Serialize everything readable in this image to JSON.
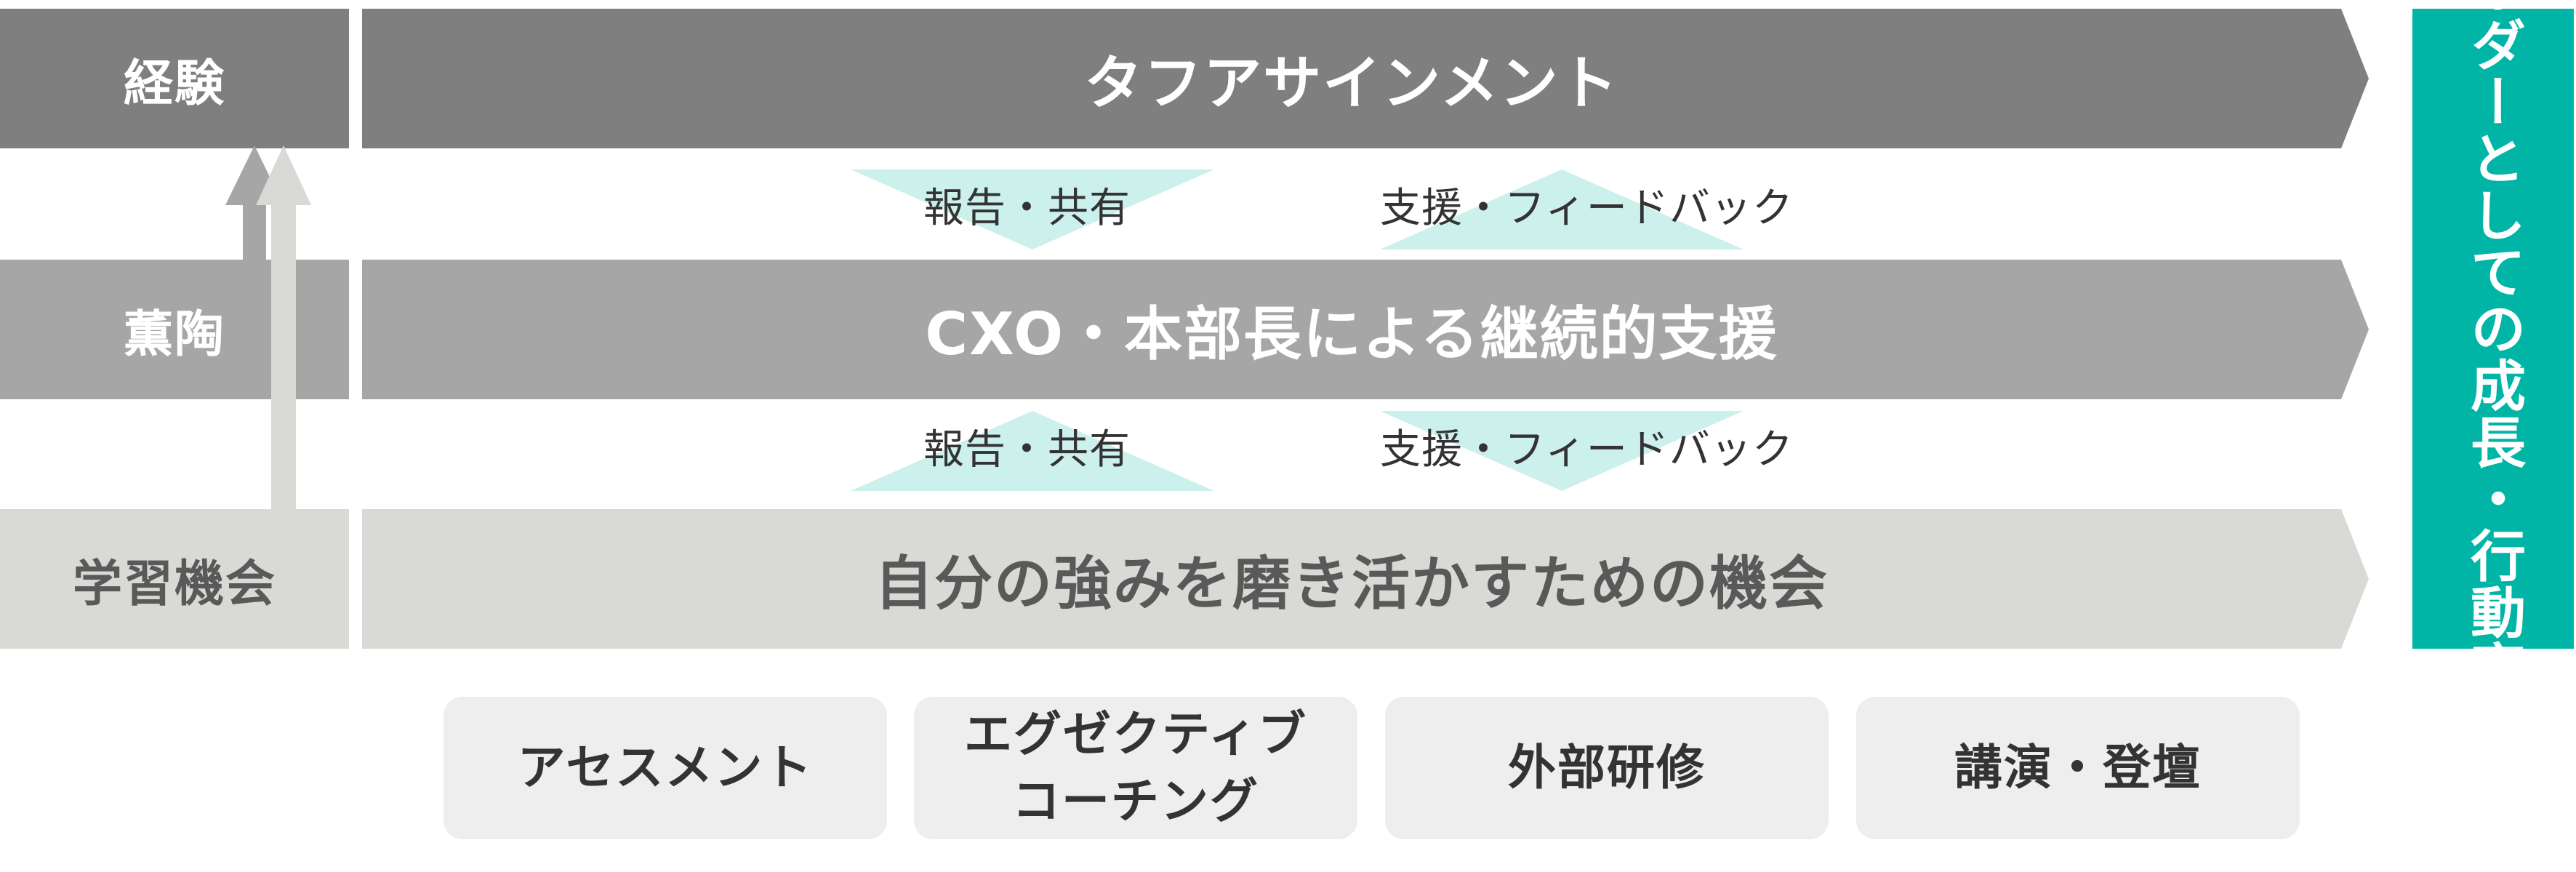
{
  "colors": {
    "experience": "#7f7f7f",
    "mentoring": "#a6a6a6",
    "learning": "#d9d9d6",
    "teal": "#00b5a5",
    "light_teal": "#ccf0ec",
    "box_bg": "#eeeeee"
  },
  "rows": [
    {
      "label": "経験",
      "band": "タフアサインメント"
    },
    {
      "label": "薫陶",
      "band": "CXO・本部長による継続的支援"
    },
    {
      "label": "学習機会",
      "band": "自分の強みを磨き活かすための機会"
    }
  ],
  "connectors": {
    "upper": {
      "left_label": "報告・共有",
      "right_label": "支援・フィードバック"
    },
    "lower": {
      "left_label": "報告・共有",
      "right_label": "支援・フィードバック"
    }
  },
  "result": "リーダーとしての成長・行動変容",
  "opportunities": [
    {
      "line1": "アセスメント",
      "line2": ""
    },
    {
      "line1": "エグゼクティブ",
      "line2": "コーチング"
    },
    {
      "line1": "外部研修",
      "line2": ""
    },
    {
      "line1": "講演・登壇",
      "line2": ""
    }
  ]
}
